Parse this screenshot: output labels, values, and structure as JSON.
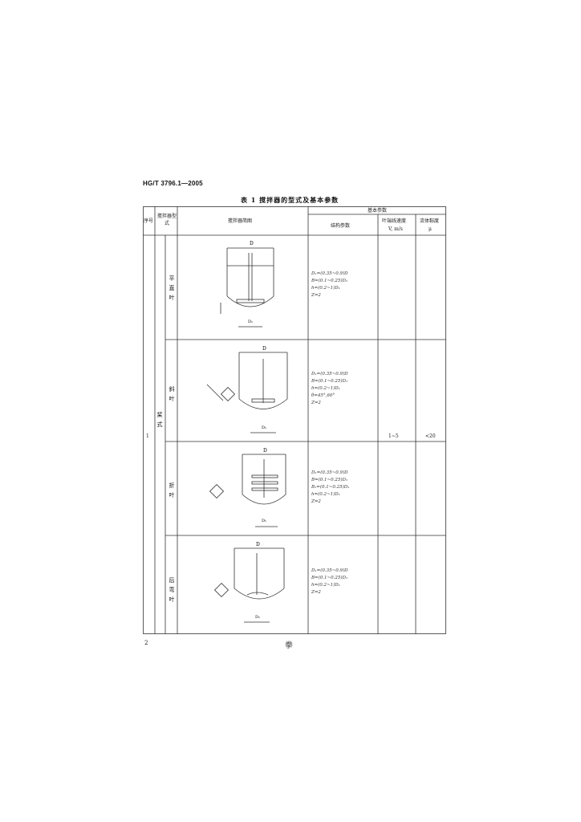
{
  "header": {
    "standard_no": "HG/T 3796.1—2005"
  },
  "table": {
    "title": "表 1  搅拌器的型式及基本参数",
    "headers": {
      "seq": "序号",
      "type": "搅拌器型式",
      "diagram": "搅拌器简图",
      "basic_params": "基本参数",
      "struct_params": "结构参数",
      "tip_speed": "叶端线速度",
      "tip_speed_sym": "V, m/s",
      "viscosity": "流体黏度",
      "viscosity_sym": "μ"
    },
    "row": {
      "seq": "1",
      "category": "桨式",
      "speed_value": "1~5",
      "viscosity_value": "<20"
    },
    "subtypes": [
      {
        "name": "平直叶",
        "params": [
          "D₁=(0.35~0.9)D",
          "B=(0.1~0.25)D₁",
          "h=(0.2~1)D₁",
          "Z=2"
        ]
      },
      {
        "name": "斜叶",
        "params": [
          "D₁=(0.35~0.9)D",
          "B=(0.1~0.25)D₁",
          "h=(0.2~1)D₁",
          "θ=45°,60°",
          "Z=2"
        ]
      },
      {
        "name": "折叶",
        "params": [
          "D₁=(0.35~0.9)D",
          "B=(0.1~0.25)D₁",
          "B₁=(0.1~0.25)D₁",
          "h=(0.2~1)D₁",
          "Z=2"
        ]
      },
      {
        "name": "后弯叶",
        "params": [
          "D₁=(0.35~0.9)D",
          "B=(0.1~0.25)D₁",
          "h=(0.2~1)D₁",
          "Z=2"
        ]
      }
    ],
    "dim_labels": {
      "D": "D",
      "D1": "D₁"
    }
  },
  "footer": {
    "page_number": "2",
    "mark": "拳"
  }
}
